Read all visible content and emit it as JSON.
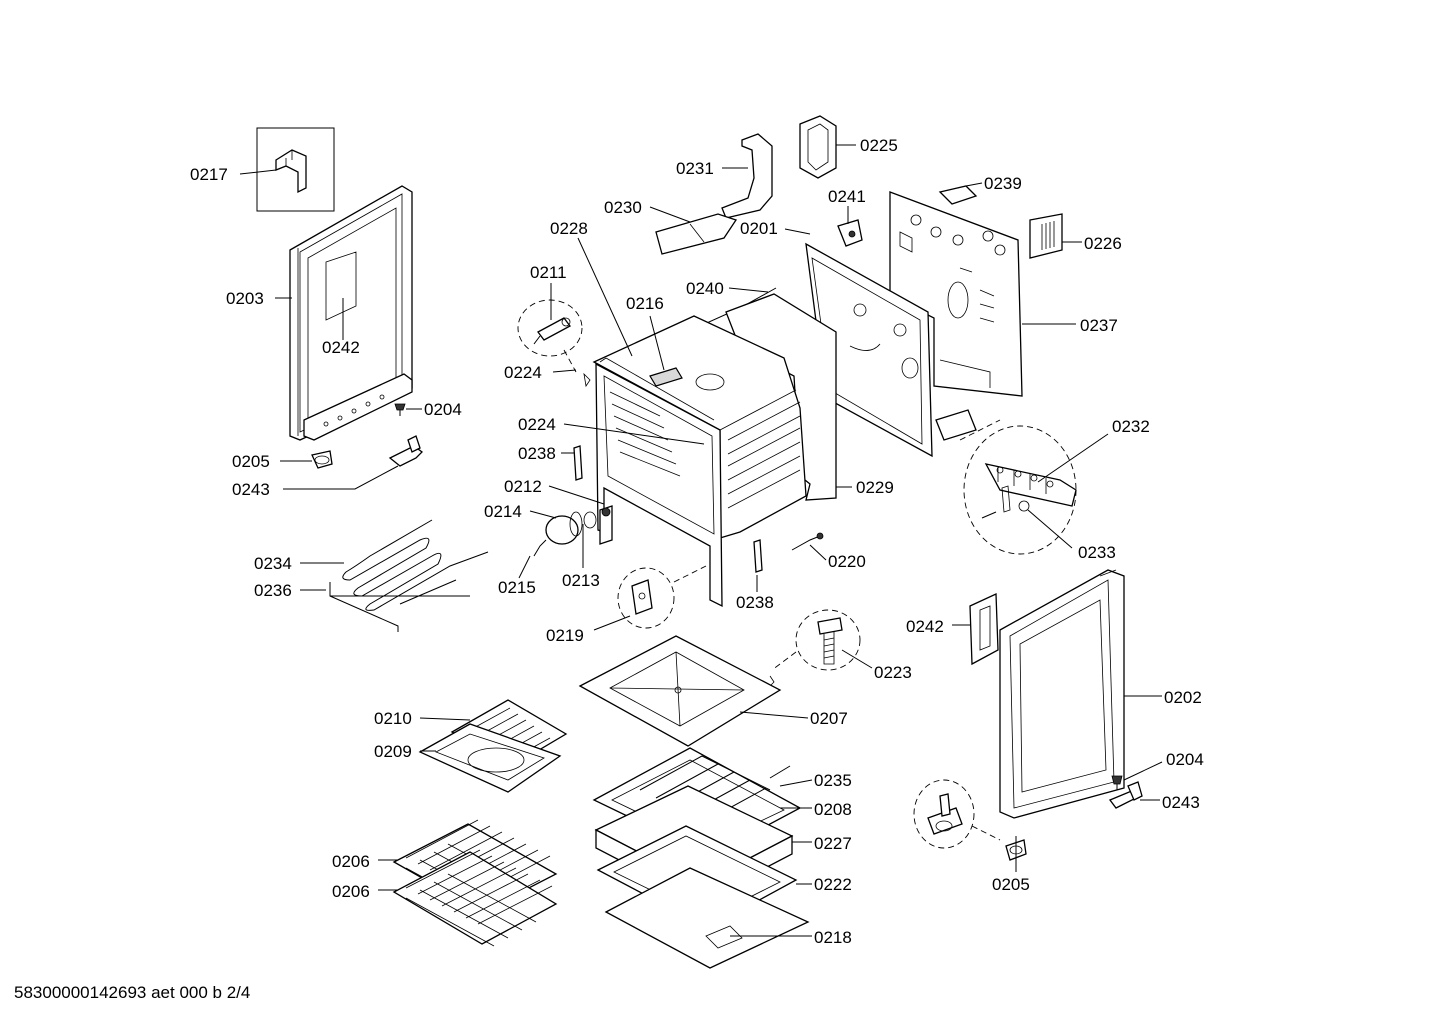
{
  "labels": {
    "l0217": "0217",
    "l0203": "0203",
    "l0242a": "0242",
    "l0204a": "0204",
    "l0205a": "0205",
    "l0243a": "0243",
    "l0231": "0231",
    "l0225": "0225",
    "l0241": "0241",
    "l0239": "0239",
    "l0230": "0230",
    "l0228": "0228",
    "l0226": "0226",
    "l0201": "0201",
    "l0211": "0211",
    "l0216": "0216",
    "l0240": "0240",
    "l0237": "0237",
    "l0224a": "0224",
    "l0224b": "0224",
    "l0232": "0232",
    "l0238a": "0238",
    "l0212": "0212",
    "l0229": "0229",
    "l0214": "0214",
    "l0233": "0233",
    "l0220": "0220",
    "l0234": "0234",
    "l0215": "0215",
    "l0213": "0213",
    "l0236": "0236",
    "l0238b": "0238",
    "l0219": "0219",
    "l0242b": "0242",
    "l0223": "0223",
    "l0202": "0202",
    "l0210": "0210",
    "l0207": "0207",
    "l0209": "0209",
    "l0204b": "0204",
    "l0235": "0235",
    "l0243b": "0243",
    "l0208": "0208",
    "l0227": "0227",
    "l0206a": "0206",
    "l0222": "0222",
    "l0205b": "0205",
    "l0206b": "0206",
    "l0218": "0218"
  },
  "document_id": "58300000142693 aet 000 b 2/4"
}
